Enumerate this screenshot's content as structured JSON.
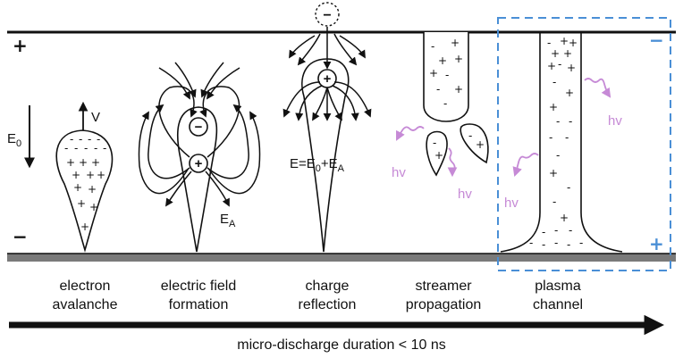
{
  "electrode_labels": {
    "anode": "+",
    "cathode": "−"
  },
  "field_label": {
    "main": "E",
    "sub": "0"
  },
  "velocity_label": "V",
  "ea_label": {
    "main": "E",
    "sub": "A"
  },
  "charge_signs": {
    "minus": "−",
    "plus": "+",
    "dash": "-"
  },
  "equation": {
    "lhs": "E=E",
    "sub0": "0",
    "plus": "+E",
    "subA": "A"
  },
  "photon_label": "hv",
  "channel_polarity": {
    "top": "−",
    "bottom": "+"
  },
  "stages": [
    {
      "line1": "electron",
      "line2": "avalanche"
    },
    {
      "line1": "electric field",
      "line2": "formation"
    },
    {
      "line1": "charge",
      "line2": "reflection"
    },
    {
      "line1": "streamer",
      "line2": "propagation"
    },
    {
      "line1": "plasma",
      "line2": "channel"
    }
  ],
  "duration_label": "micro-discharge duration < 10 ns",
  "colors": {
    "ink": "#111111",
    "electrode_bottom": "#7a7a7a",
    "photon": "#c68ad6",
    "box": "#4a8fd6"
  }
}
